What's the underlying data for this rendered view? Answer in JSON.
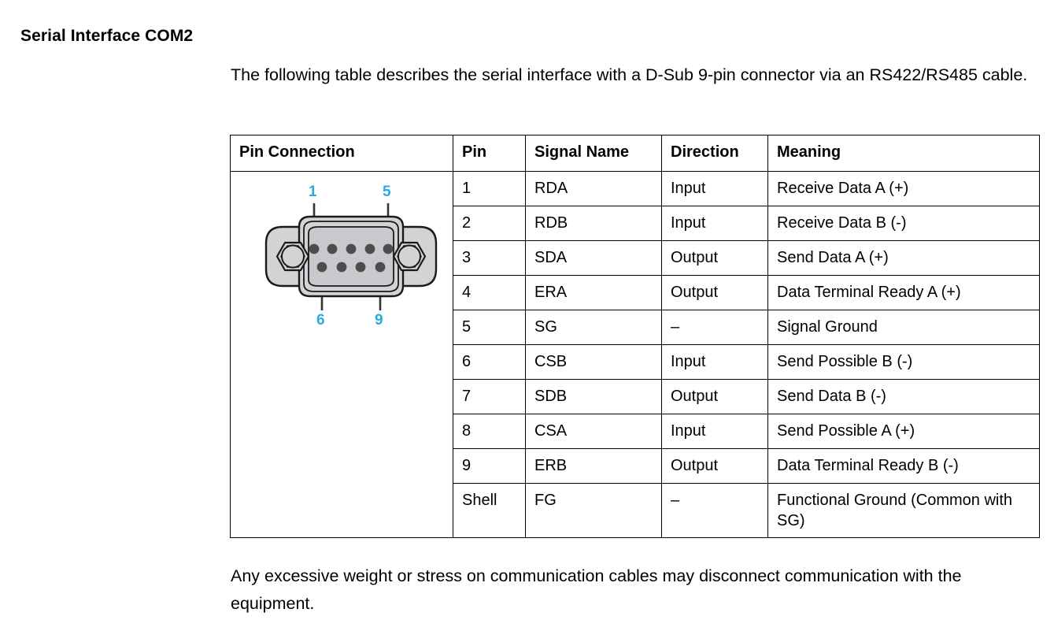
{
  "heading": "Serial Interface COM2",
  "intro_paragraph": "The following table describes the serial interface with a D-Sub 9-pin connector via an RS422/RS485 cable.",
  "closing_paragraph": "Any excessive weight or stress on communication cables may disconnect communication with the equipment.",
  "table": {
    "headers": {
      "pin_connection": "Pin Connection",
      "pin": "Pin",
      "signal_name": "Signal Name",
      "direction": "Direction",
      "meaning": "Meaning"
    },
    "rows": [
      {
        "pin": "1",
        "signal": "RDA",
        "direction": "Input",
        "meaning": "Receive Data A (+)"
      },
      {
        "pin": "2",
        "signal": "RDB",
        "direction": "Input",
        "meaning": "Receive Data B (-)"
      },
      {
        "pin": "3",
        "signal": "SDA",
        "direction": "Output",
        "meaning": "Send Data A (+)"
      },
      {
        "pin": "4",
        "signal": "ERA",
        "direction": "Output",
        "meaning": "Data Terminal Ready A (+)"
      },
      {
        "pin": "5",
        "signal": "SG",
        "direction": "–",
        "meaning": "Signal Ground"
      },
      {
        "pin": "6",
        "signal": "CSB",
        "direction": "Input",
        "meaning": "Send Possible B (-)"
      },
      {
        "pin": "7",
        "signal": "SDB",
        "direction": "Output",
        "meaning": "Send Data B (-)"
      },
      {
        "pin": "8",
        "signal": "CSA",
        "direction": "Input",
        "meaning": "Send Possible A (+)"
      },
      {
        "pin": "9",
        "signal": "ERB",
        "direction": "Output",
        "meaning": "Data Terminal Ready B (-)"
      },
      {
        "pin": "Shell",
        "signal": "FG",
        "direction": "–",
        "meaning": "Functional Ground (Common with SG)"
      }
    ]
  },
  "connector_diagram": {
    "type": "d-sub-9-pin-female-connector",
    "labels": {
      "top_left": "1",
      "top_right": "5",
      "bottom_left": "6",
      "bottom_right": "9"
    },
    "top_row_pin_count": 5,
    "bottom_row_pin_count": 4,
    "colors": {
      "label": "#29ABE2",
      "shell_fill": "#D2D3D5",
      "shell_outline": "#1A1A1A",
      "pin_fill": "#4D4D4D",
      "leader_line": "#333333"
    }
  }
}
